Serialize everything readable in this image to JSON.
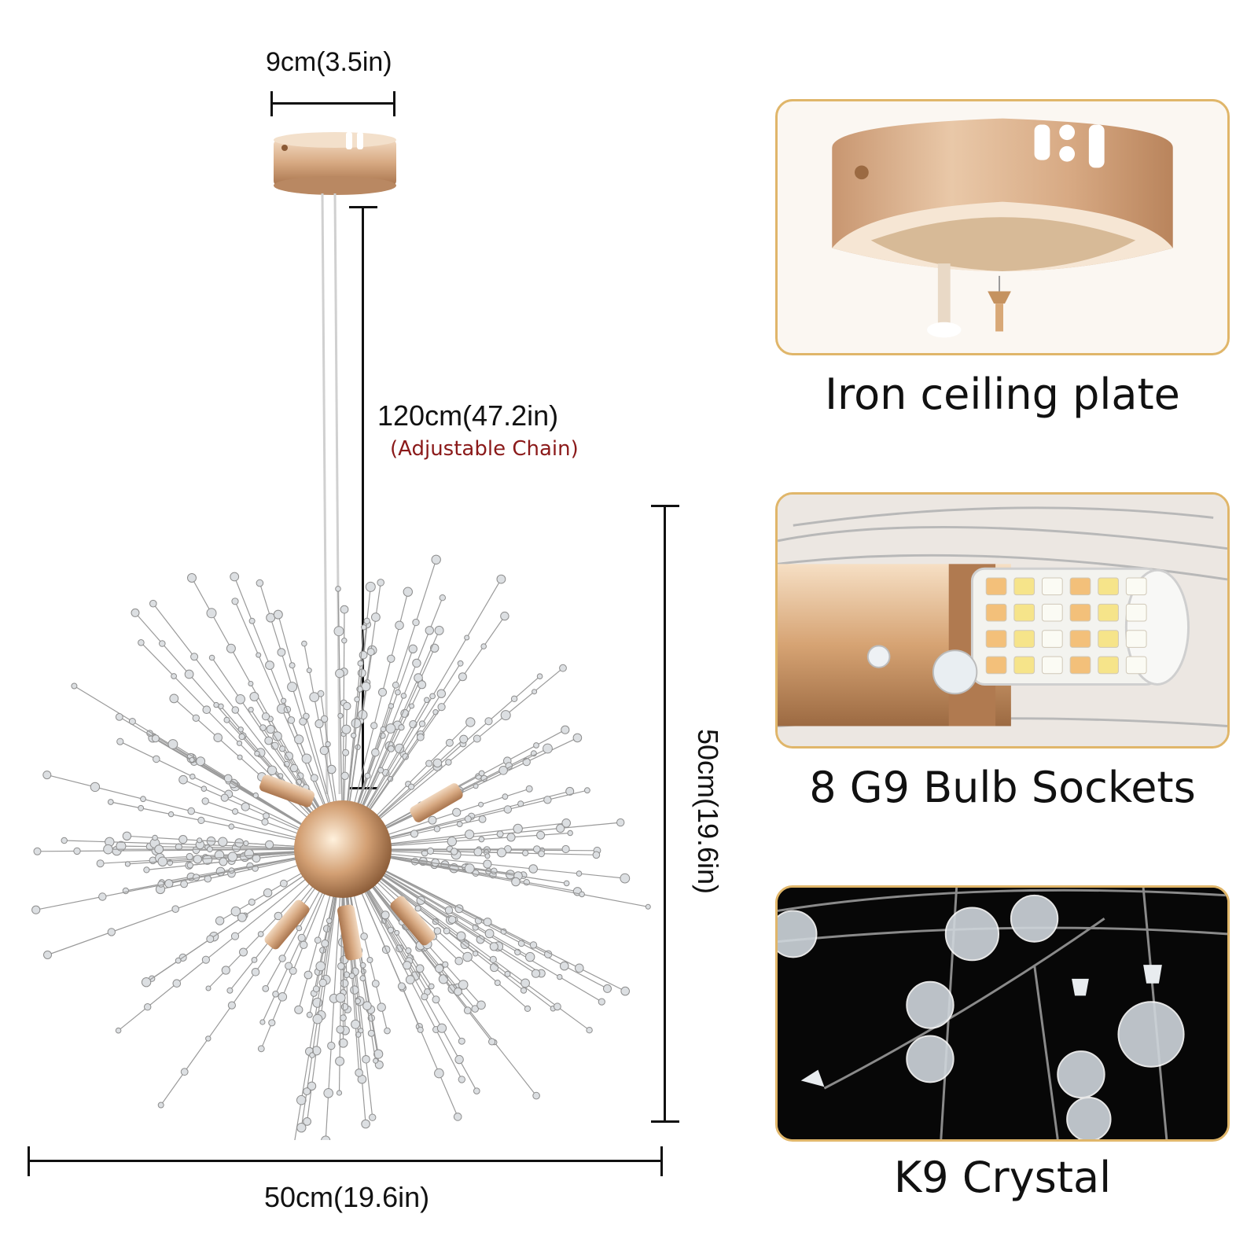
{
  "dimensions": {
    "plate_width": "9cm(3.5in)",
    "chain_length": "120cm(47.2in)",
    "chain_note": "(Adjustable Chain)",
    "fixture_height": "50cm(19.6in)",
    "fixture_width": "50cm(19.6in)"
  },
  "panels": [
    {
      "caption": "Iron ceiling plate",
      "image": "ceiling-plate-closeup"
    },
    {
      "caption": "8 G9 Bulb Sockets",
      "image": "g9-bulb-closeup"
    },
    {
      "caption": "K9 Crystal",
      "image": "k9-crystal-closeup"
    }
  ],
  "colors": {
    "gold": "#c9956a",
    "panel_border": "#e0b66a",
    "note_red": "#8b1a1a"
  }
}
